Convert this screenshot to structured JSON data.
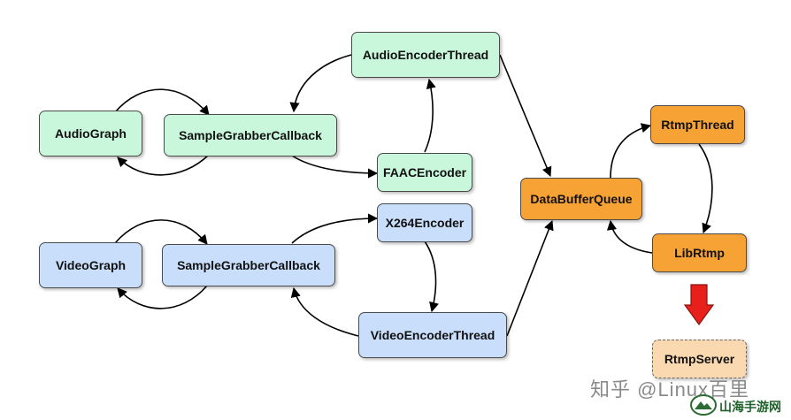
{
  "nodes": {
    "audio_encoder_thread": "AudioEncoderThread",
    "audio_graph": "AudioGraph",
    "audio_sample_grabber_callback": "SampleGrabberCallback",
    "faac_encoder": "FAACEncoder",
    "x264_encoder": "X264Encoder",
    "video_graph": "VideoGraph",
    "video_sample_grabber_callback": "SampleGrabberCallback",
    "video_encoder_thread": "VideoEncoderThread",
    "data_buffer_queue": "DataBufferQueue",
    "rtmp_thread": "RtmpThread",
    "librtmp": "LibRtmp",
    "rtmp_server": "RtmpServer"
  },
  "colors": {
    "audio_fill": "#c9f7dc",
    "video_fill": "#c8defb",
    "rtmp_fill": "#f7a235",
    "server_fill": "#fbd9b0",
    "down_arrow": "#e8201c"
  },
  "watermark": "知乎 @Linux百里",
  "logo_text": "山海手游网",
  "logo_icon": "mountain-logo-icon"
}
